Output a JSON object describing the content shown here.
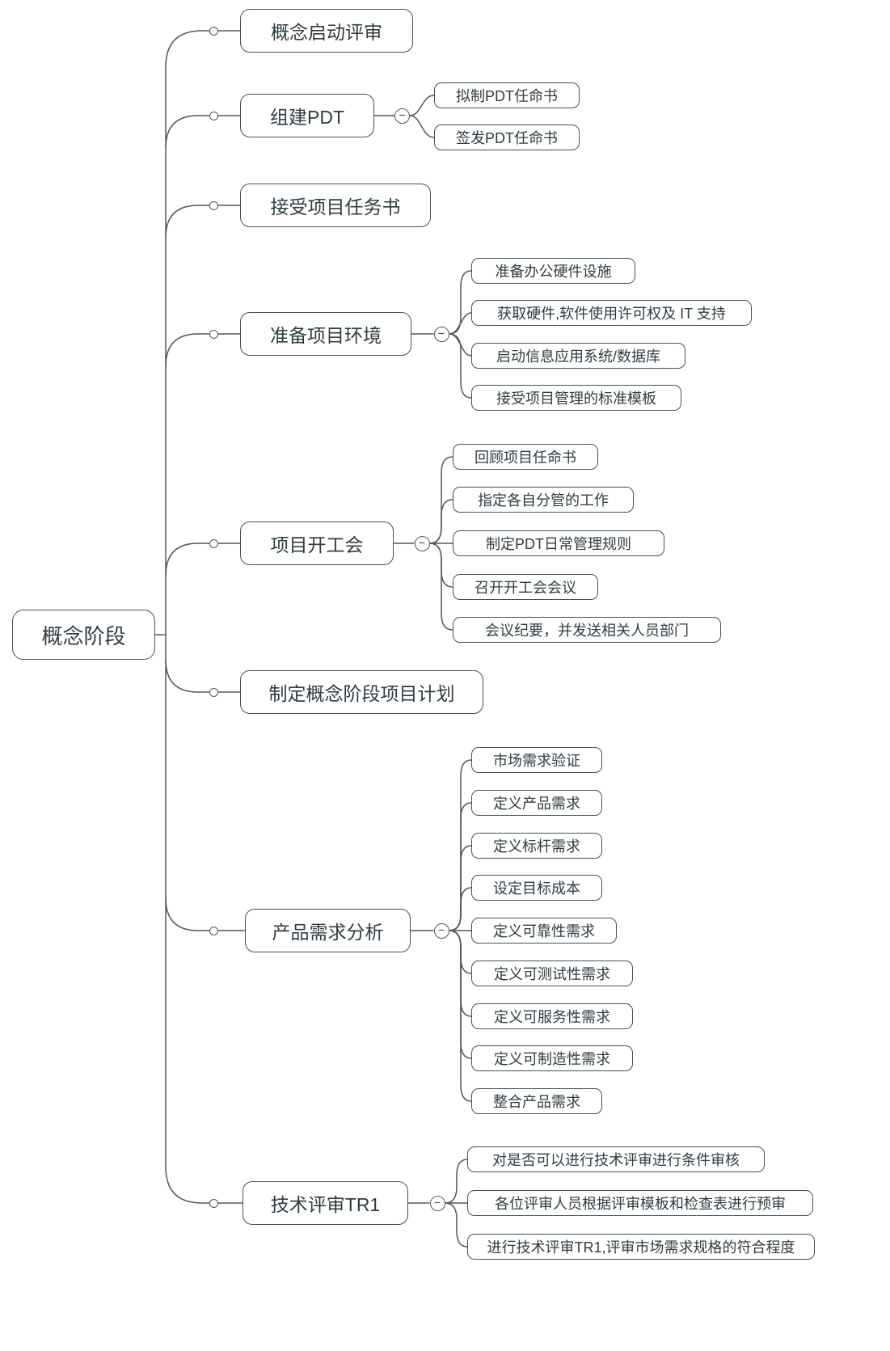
{
  "mindmap": {
    "collapse_glyph": "−",
    "colors": {
      "background": "#ffffff",
      "box_border": "#4a5054",
      "text": "#2e3c42",
      "line": "#565656"
    },
    "root": {
      "label": "概念阶段"
    },
    "branches": [
      {
        "label": "概念启动评审",
        "children": []
      },
      {
        "label": "组建PDT",
        "children": [
          {
            "label": "拟制PDT任命书"
          },
          {
            "label": "签发PDT任命书"
          }
        ]
      },
      {
        "label": "接受项目任务书",
        "children": []
      },
      {
        "label": "准备项目环境",
        "children": [
          {
            "label": "准备办公硬件设施"
          },
          {
            "label": "获取硬件,软件使用许可权及 IT 支持"
          },
          {
            "label": "启动信息应用系统/数据库"
          },
          {
            "label": "接受项目管理的标准模板"
          }
        ]
      },
      {
        "label": "项目开工会",
        "children": [
          {
            "label": "回顾项目任命书"
          },
          {
            "label": "指定各自分管的工作"
          },
          {
            "label": "制定PDT日常管理规则"
          },
          {
            "label": "召开开工会会议"
          },
          {
            "label": "会议纪要，并发送相关人员部门"
          }
        ]
      },
      {
        "label": "制定概念阶段项目计划",
        "children": []
      },
      {
        "label": "产品需求分析",
        "children": [
          {
            "label": "市场需求验证"
          },
          {
            "label": "定义产品需求"
          },
          {
            "label": "定义标杆需求"
          },
          {
            "label": "设定目标成本"
          },
          {
            "label": "定义可靠性需求"
          },
          {
            "label": "定义可测试性需求"
          },
          {
            "label": "定义可服务性需求"
          },
          {
            "label": "定义可制造性需求"
          },
          {
            "label": "整合产品需求"
          }
        ]
      },
      {
        "label": "技术评审TR1",
        "children": [
          {
            "label": "对是否可以进行技术评审进行条件审核"
          },
          {
            "label": "各位评审人员根据评审模板和检查表进行预审"
          },
          {
            "label": "进行技术评审TR1,评审市场需求规格的符合程度"
          }
        ]
      }
    ]
  }
}
